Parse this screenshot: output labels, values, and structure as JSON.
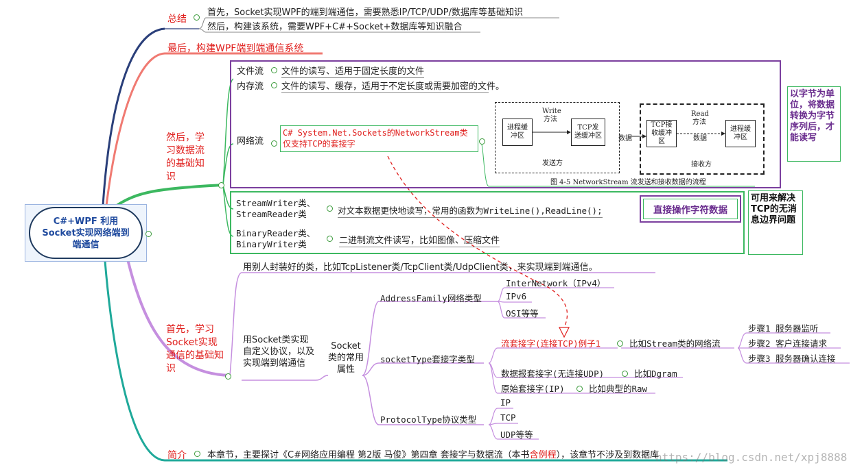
{
  "central": {
    "title": "C#+WPF 利用Socket实现网络端到端通信"
  },
  "summary": {
    "label": "总结",
    "line1": "首先，Socket实现WPF的端到端通信，需要熟悉IP/TCP/UDP/数据库等基础知识",
    "line2": "然后，构建该系统，需要WPF+C#+Socket+数据库等知识融合"
  },
  "finally": {
    "label": "最后，构建WPF端到端通信系统"
  },
  "streams": {
    "label": "然后，学习数据流的基础知识",
    "file_stream": {
      "name": "文件流",
      "desc": "文件的读写、适用于固定长度的文件"
    },
    "memory_stream": {
      "name": "内存流",
      "desc": "文件的读写、缓存，适用于不定长度或需要加密的文件。"
    },
    "network_stream": {
      "name": "网络流",
      "desc": "C# System.Net.Sockets的NetworkStream类仅支持TCP的套接字"
    },
    "byte_note": "以字节为单位，将数据转换为字节序列后，才能读写",
    "stream_writer": {
      "name": "StreamWriter类、StreamReader类",
      "desc": "对文本数据更快地读写，常用的函数为WriteLine(),ReadLine();",
      "note": "直接操作字符数据"
    },
    "binary": {
      "name": "BinaryReader类、BinaryWriter类",
      "desc": "二进制流文件读写，比如图像、压缩文件"
    },
    "boundary_note": "可用来解决TCP的无消息边界问题",
    "figure": {
      "send_buf": "进程缓冲区",
      "write_method": "Write方法",
      "tcp_send": "TCP发送缓冲区",
      "sender": "发送方",
      "data": "数据",
      "tcp_recv": "TCP接收缓冲区",
      "read_method": "Read方法",
      "data2": "数据",
      "recv_buf": "进程缓冲区",
      "receiver": "接收方",
      "caption": "图 4-5    NetworkStream 流发送和接收数据的流程"
    }
  },
  "socket": {
    "label": "首先，学习Socket实现通信的基础知识",
    "wrapped": "用别人封装好的类，比如TcpListener类/TcpClient类/UdpClient类，来实现端到端通信。",
    "custom": "用Socket类实现自定义协议，以及实现端到端通信",
    "props": "Socket类的常用属性",
    "address_family": {
      "name": "AddressFamily网络类型",
      "items": [
        "InterNetwork（IPv4）",
        "IPv6",
        "OSI等等"
      ]
    },
    "socket_type": {
      "name": "socketType套接字类型",
      "stream": "流套接字(连接TCP)例子1",
      "stream_desc": "比如Stream类的网络流",
      "steps": [
        "步骤1 服务器监听",
        "步骤2 客户连接请求",
        "步骤3 服务器确认连接"
      ],
      "dgram": "数据报套接字(无连接UDP)",
      "dgram_desc": "比如Dgram",
      "raw": "原始套接字(IP)",
      "raw_desc": "比如典型的Raw"
    },
    "protocol_type": {
      "name": "ProtocolType协议类型",
      "items": [
        "IP",
        "TCP",
        "UDP等等"
      ]
    }
  },
  "intro": {
    "label": "简介",
    "text_prefix": "本章节，主要探讨《C#网络应用编程 第2版 马俊》第四章 套接字与数据流（本书",
    "text_highlight": "含例程",
    "text_suffix": "），该章节不涉及到数据库"
  },
  "watermark": "https://blog.csdn.net/xpj8888",
  "colors": {
    "branch_dark": "#2a3f7a",
    "branch_salmon": "#f07a72",
    "branch_green": "#3cb860",
    "branch_purple": "#c58fdf",
    "branch_teal": "#1fa99a",
    "box_purple": "#7b3f9e",
    "box_green": "#3cb860",
    "label_red": "#e0201e"
  }
}
